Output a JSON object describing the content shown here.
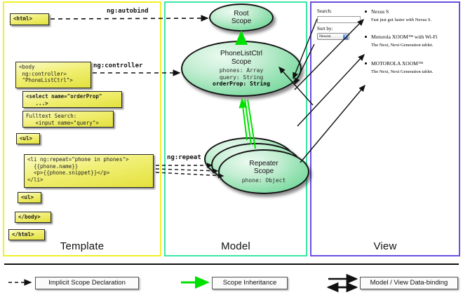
{
  "panels": [
    {
      "id": "template",
      "title": "Template",
      "border_color": "#f2ef28"
    },
    {
      "id": "model",
      "title": "Model",
      "border_color": "#3ce8a5"
    },
    {
      "id": "view",
      "title": "View",
      "border_color": "#6a4fe0"
    }
  ],
  "template": {
    "boxes": [
      {
        "name": "html-open-box",
        "text": "<html>"
      },
      {
        "name": "body-box",
        "text": "<body\n ng:controller=\n \"PhoneListCtrl\">"
      },
      {
        "name": "select-box",
        "text": "<select name=\"orderProp\"\n   ...>"
      },
      {
        "name": "fulltext-box",
        "text": "Fulltext Search:\n   <input name=\"query\">"
      },
      {
        "name": "ul-open-box",
        "text": "<ul>"
      },
      {
        "name": "li-repeat-box",
        "text": "<li ng:repeat=\"phone in phones\">\n  {{phone.name}}\n  <p>{{phone.snippet}}</p>\n</li>"
      },
      {
        "name": "ul-close-box",
        "text": "<ul>"
      },
      {
        "name": "body-close-box",
        "text": "</body>"
      },
      {
        "name": "html-close-box",
        "text": "</html>"
      }
    ]
  },
  "model": {
    "scopes": [
      {
        "name": "root-scope",
        "title": "Root\nScope",
        "props": ""
      },
      {
        "name": "phonelistctrl-scope",
        "title": "PhoneListCtrl\nScope",
        "props_plain": "phones: Array\nquery: String",
        "props_bold": "orderProp: String"
      },
      {
        "name": "repeater-scope",
        "title": "Repeater\nScope",
        "props_plain": "phone: Object"
      }
    ]
  },
  "edge_labels": [
    {
      "name": "ng-autobind-label",
      "text": "ng:autobind"
    },
    {
      "name": "ng-controller-label",
      "text": "ng:controller"
    },
    {
      "name": "ng-repeat-label",
      "text": "ng:repeat"
    }
  ],
  "view": {
    "search_label": "Search:",
    "search_value": "",
    "sort_label": "Sort by:",
    "sort_selected": "Newest",
    "sort_options": [
      "Newest"
    ],
    "phones": [
      {
        "title": "Nexus S",
        "snippet": "Fast just got faster with Nexus S."
      },
      {
        "title": "Motorola XOOM™ with Wi-Fi",
        "snippet": "The Next, Next Generation tablet."
      },
      {
        "title": "MOTOROLA XOOM™",
        "snippet": "The Next, Next Generation tablet."
      }
    ]
  },
  "legend": {
    "items": [
      {
        "name": "legend-implicit-scope",
        "label": "Implicit Scope Declaration",
        "line_style": "dashed-arrow",
        "color": "#111111"
      },
      {
        "name": "legend-scope-inheritance",
        "label": "Scope Inheritance",
        "line_style": "solid-arrow",
        "color": "#00e000"
      },
      {
        "name": "legend-data-binding",
        "label": "Model / View Data-binding",
        "line_style": "double-arrow",
        "color": "#111111"
      }
    ]
  }
}
